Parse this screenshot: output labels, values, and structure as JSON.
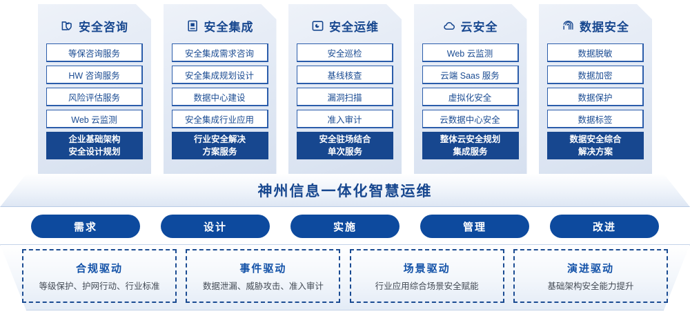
{
  "cards": [
    {
      "icon": "folder-shield-icon",
      "title": "安全咨询",
      "services": [
        "等保咨询服务",
        "HW 咨询服务",
        "风险评估服务",
        "Web 云监测"
      ],
      "highlight_line1": "企业基础架构",
      "highlight_line2": "安全设计规划"
    },
    {
      "icon": "document-copy-icon",
      "title": "安全集成",
      "services": [
        "安全集成需求咨询",
        "安全集成规划设计",
        "数据中心建设",
        "安全集成行业应用"
      ],
      "highlight_line1": "行业安全解决",
      "highlight_line2": "方案服务"
    },
    {
      "icon": "monitor-chart-icon",
      "title": "安全运维",
      "services": [
        "安全巡检",
        "基线核查",
        "漏洞扫描",
        "准入审计"
      ],
      "highlight_line1": "安全驻场结合",
      "highlight_line2": "单次服务"
    },
    {
      "icon": "cloud-icon",
      "title": "云安全",
      "services": [
        "Web 云监测",
        "云端 Saas 服务",
        "虚拟化安全",
        "云数据中心安全"
      ],
      "highlight_line1": "整体云安全规划",
      "highlight_line2": "集成服务"
    },
    {
      "icon": "fingerprint-icon",
      "title": "数据安全",
      "services": [
        "数据脱敏",
        "数据加密",
        "数据保护",
        "数据标签"
      ],
      "highlight_line1": "数据安全综合",
      "highlight_line2": "解决方案"
    }
  ],
  "banner": {
    "text": "神州信息一体化智慧运维"
  },
  "stages": [
    {
      "label": "需求"
    },
    {
      "label": "设计"
    },
    {
      "label": "实施"
    },
    {
      "label": "管理"
    },
    {
      "label": "改进"
    }
  ],
  "drivers": [
    {
      "title": "合规驱动",
      "desc": "等级保护、护网行动、行业标准"
    },
    {
      "title": "事件驱动",
      "desc": "数据泄漏、威胁攻击、准入审计"
    },
    {
      "title": "场景驱动",
      "desc": "行业应用综合场景安全赋能"
    },
    {
      "title": "演进驱动",
      "desc": "基础架构安全能力提升"
    }
  ],
  "colors": {
    "brand_navy": "#17478f",
    "pill_blue": "#0d4a9e",
    "accent_blue": "#1352a8",
    "card_bg_light": "#eef2f9",
    "card_bg_dark": "#d6e0ef"
  }
}
